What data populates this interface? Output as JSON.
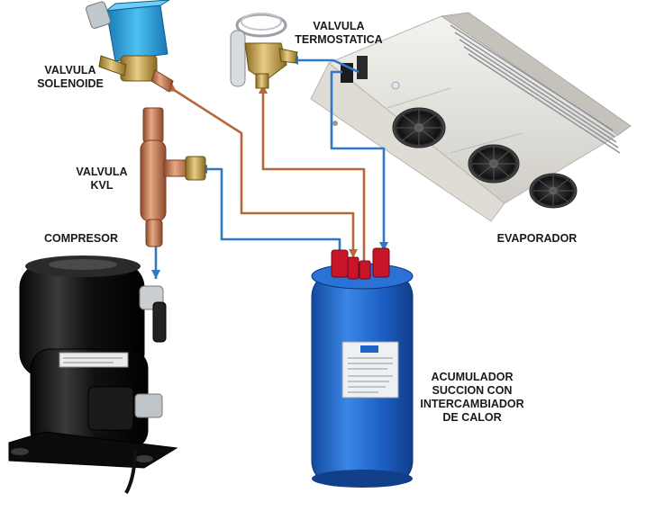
{
  "labels": {
    "solenoid": [
      "VALVULA",
      "SOLENOIDE"
    ],
    "thermostatic": [
      "VALVULA",
      "TERMOSTATICA"
    ],
    "kvl": [
      "VALVULA",
      "KVL"
    ],
    "compressor": [
      "COMPRESOR"
    ],
    "evaporator": [
      "EVAPORADOR"
    ],
    "accumulator": [
      "ACUMULADOR",
      "SUCCION CON",
      "INTERCAMBIADOR",
      "DE CALOR"
    ]
  },
  "colors": {
    "liquid_line": "#b5683a",
    "suction_line": "#2f78c4",
    "compressor_body": "#141414",
    "accumulator_body": "#1f63c9",
    "accumulator_caps": "#c8152a",
    "evaporator_body": "#e6e4de",
    "solenoid_coil": "#2aa0dc",
    "copper": "#c97f55",
    "brass": "#c9a24a"
  }
}
